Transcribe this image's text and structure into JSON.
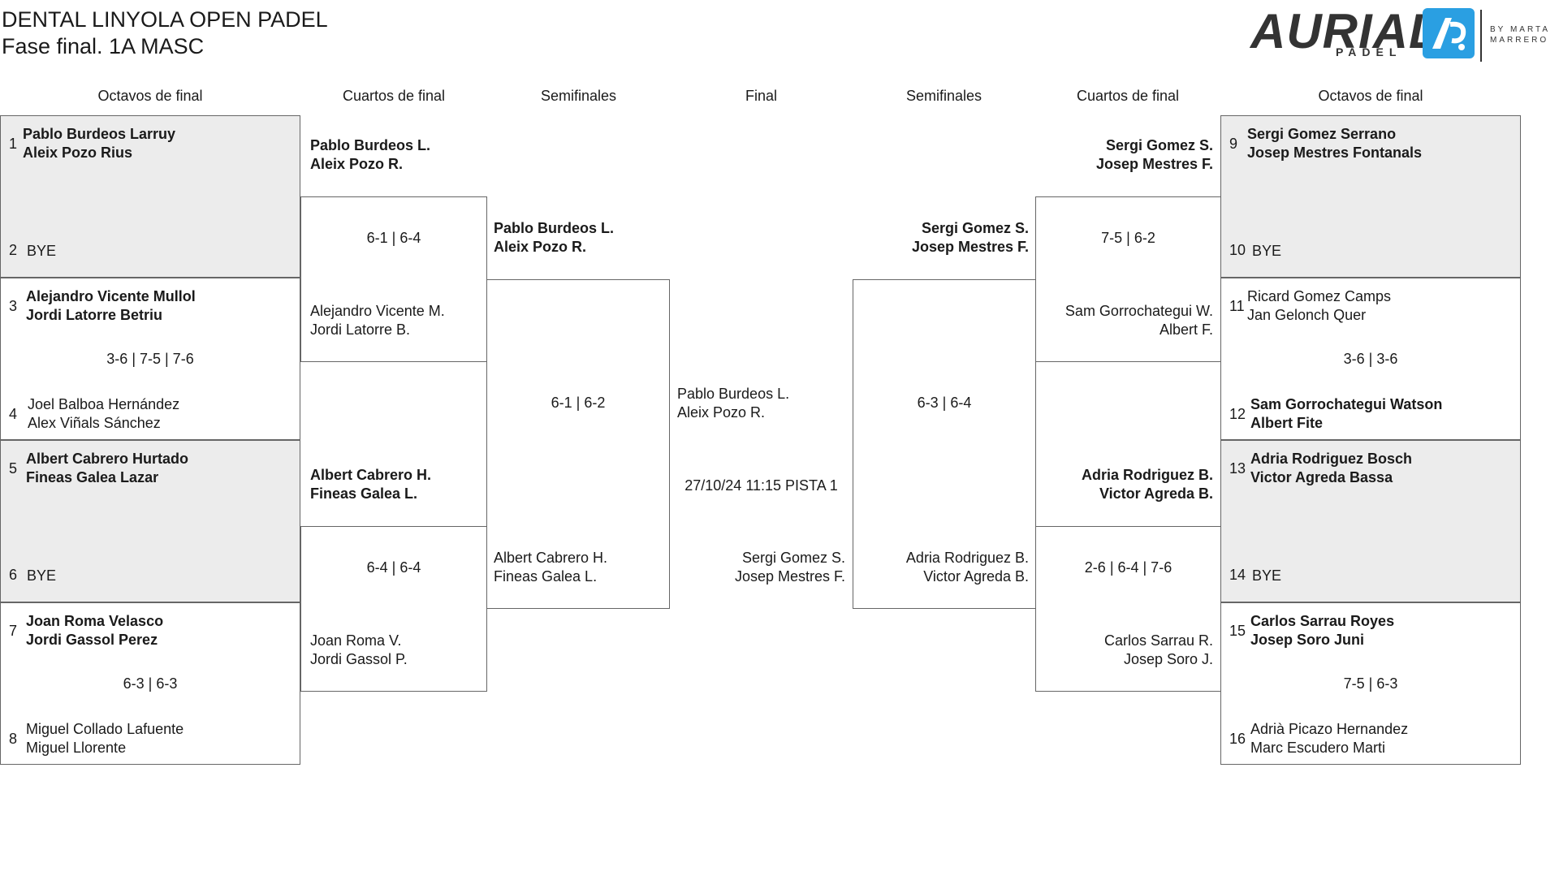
{
  "header": {
    "title": "DENTAL LINYOLA OPEN PADEL",
    "subtitle": "Fase final. 1A MASC"
  },
  "logo": {
    "name": "AURIAL",
    "sub": "PADEL",
    "by": "BY MARTA MARRERO",
    "accent": "#2a9fe2"
  },
  "rounds": {
    "left_r16": "Octavos de final",
    "left_qf": "Cuartos de final",
    "left_sf": "Semifinales",
    "final": "Final",
    "right_sf": "Semifinales",
    "right_qf": "Cuartos de final",
    "right_r16": "Octavos de final"
  },
  "r16_left": [
    {
      "seed_a": "1",
      "a1": "Pablo Burdeos Larruy",
      "a2": "Aleix Pozo Rius",
      "seed_b": "2",
      "b1": "BYE",
      "b2": "",
      "score": ""
    },
    {
      "seed_a": "3",
      "a1": "Alejandro Vicente Mullol",
      "a2": "Jordi Latorre Betriu",
      "seed_b": "4",
      "b1": "Joel Balboa Hernández",
      "b2": "Alex Viñals Sánchez",
      "score": "3-6 | 7-5 | 7-6"
    },
    {
      "seed_a": "5",
      "a1": "Albert Cabrero Hurtado",
      "a2": "Fineas Galea Lazar",
      "seed_b": "6",
      "b1": "BYE",
      "b2": "",
      "score": ""
    },
    {
      "seed_a": "7",
      "a1": "Joan Roma Velasco",
      "a2": "Jordi Gassol Perez",
      "seed_b": "8",
      "b1": "Miguel Collado Lafuente",
      "b2": "Miguel Llorente",
      "score": "6-3 | 6-3"
    }
  ],
  "r16_right": [
    {
      "seed_a": "9",
      "a1": "Sergi Gomez Serrano",
      "a2": "Josep Mestres Fontanals",
      "seed_b": "10",
      "b1": "BYE",
      "b2": "",
      "score": ""
    },
    {
      "seed_a": "11",
      "a1": "Ricard Gomez Camps",
      "a2": "Jan Gelonch Quer",
      "seed_b": "12",
      "b1": "Sam Gorrochategui Watson",
      "b2": "Albert Fite",
      "score": "3-6 | 3-6"
    },
    {
      "seed_a": "13",
      "a1": "Adria Rodriguez Bosch",
      "a2": "Victor Agreda Bassa",
      "seed_b": "14",
      "b1": "BYE",
      "b2": "",
      "score": ""
    },
    {
      "seed_a": "15",
      "a1": "Carlos Sarrau Royes",
      "a2": "Josep Soro Juni",
      "seed_b": "16",
      "b1": "Adrià Picazo Hernandez",
      "b2": "Marc Escudero Marti",
      "score": "7-5 | 6-3"
    }
  ],
  "qf_left": [
    {
      "a1": "Pablo Burdeos L.",
      "a2": "Aleix Pozo R.",
      "b1": "Alejandro Vicente M.",
      "b2": "Jordi Latorre B.",
      "score": "6-1 | 6-4"
    },
    {
      "a1": "Albert Cabrero H.",
      "a2": "Fineas Galea L.",
      "b1": "Joan Roma V.",
      "b2": "Jordi Gassol P.",
      "score": "6-4 | 6-4"
    }
  ],
  "qf_right": [
    {
      "a1": "Sergi Gomez S.",
      "a2": "Josep Mestres F.",
      "b1": "Sam Gorrochategui W.",
      "b2": "Albert F.",
      "score": "7-5 | 6-2"
    },
    {
      "a1": "Adria Rodriguez B.",
      "a2": "Victor Agreda B.",
      "b1": "Carlos Sarrau R.",
      "b2": "Josep Soro J.",
      "score": "2-6 | 6-4 | 7-6"
    }
  ],
  "sf_left": {
    "a1": "Pablo Burdeos L.",
    "a2": "Aleix Pozo R.",
    "b1": "Albert Cabrero H.",
    "b2": "Fineas Galea L.",
    "score": "6-1 | 6-2"
  },
  "sf_right": {
    "a1": "Sergi Gomez S.",
    "a2": "Josep Mestres F.",
    "b1": "Adria Rodriguez B.",
    "b2": "Victor Agreda B.",
    "score": "6-3 | 6-4"
  },
  "final": {
    "a1": "Pablo Burdeos L.",
    "a2": "Aleix Pozo R.",
    "b1": "Sergi Gomez S.",
    "b2": "Josep Mestres F.",
    "info": "27/10/24 11:15 PISTA 1"
  }
}
